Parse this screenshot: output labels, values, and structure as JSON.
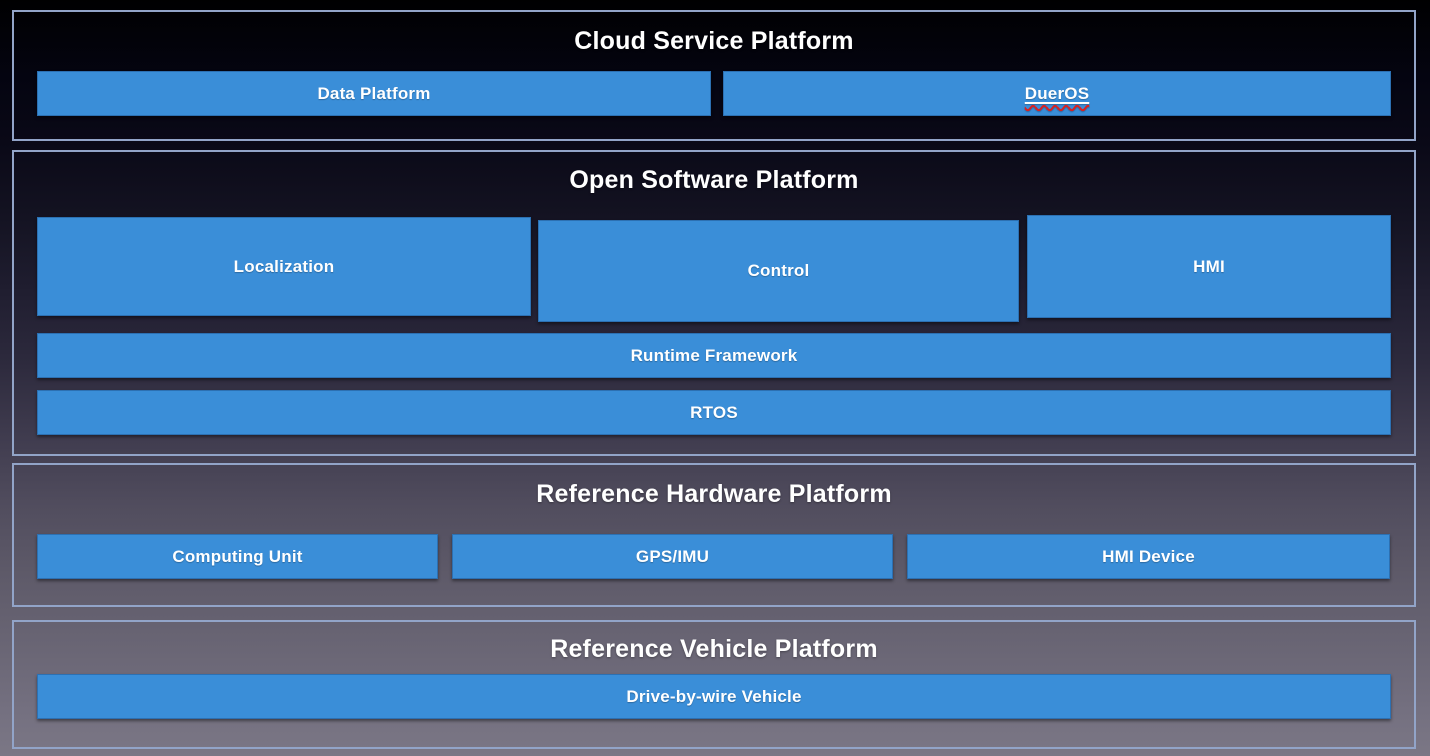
{
  "colors": {
    "box_blue": "#3a8ed8",
    "section_border": "#92a4c8",
    "label_text": "#ffffff",
    "spellcheck_red": "#d92121",
    "background_top": "#000000",
    "background_bottom": "#7b7785"
  },
  "cloud": {
    "title": "Cloud Service Platform",
    "data_platform": "Data Platform",
    "dueros": "DuerOS"
  },
  "software": {
    "title": "Open Software Platform",
    "localization": "Localization",
    "control": "Control",
    "hmi": "HMI",
    "runtime_framework": "Runtime Framework",
    "rtos": "RTOS"
  },
  "hardware": {
    "title": "Reference Hardware Platform",
    "computing_unit": "Computing Unit",
    "gps_imu": "GPS/IMU",
    "hmi_device": "HMI Device"
  },
  "vehicle": {
    "title": "Reference Vehicle Platform",
    "drive_by_wire": "Drive-by-wire Vehicle"
  }
}
